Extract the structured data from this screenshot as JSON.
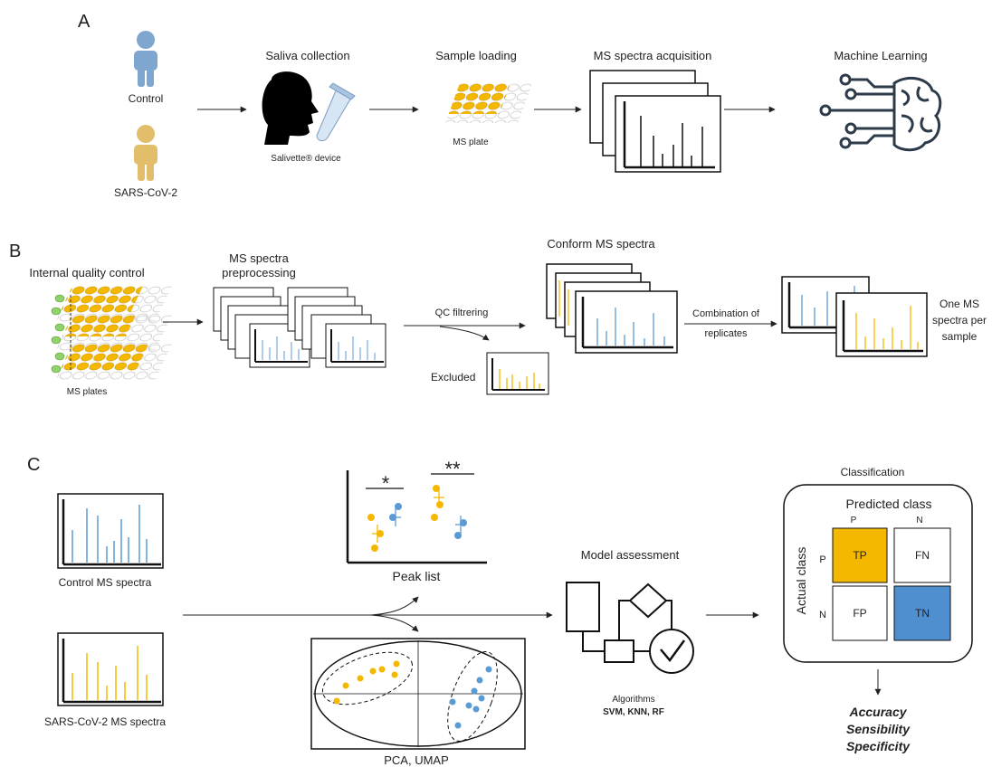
{
  "colors": {
    "control": "#5b9bd5",
    "sars": "#f5b800",
    "sars_person": "#e2bd6a",
    "control_person": "#7ea6cf",
    "tp_cell": "#f5b800",
    "tn_cell": "#4f8fcf",
    "ink": "#111111",
    "plate_outline": "#c8c8c8",
    "qc_green": "#8fd16a"
  },
  "panelA": {
    "label": "A",
    "control_label": "Control",
    "sars_label": "SARS-CoV-2",
    "saliva_title": "Saliva collection",
    "salivette_caption": "Salivette® device",
    "loading_title": "Sample loading",
    "plate_caption": "MS plate",
    "acquisition_title": "MS spectra acquisition",
    "ml_title": "Machine Learning",
    "icons": [
      "person-icon",
      "head-profile-icon",
      "tube-icon",
      "plate-icon",
      "spectra-icon",
      "brain-circuit-icon"
    ]
  },
  "panelB": {
    "label": "B",
    "iqc_title": "Internal quality control",
    "plates_caption": "MS plates",
    "preproc_title_1": "MS spectra",
    "preproc_title_2": "preprocessing",
    "qc_label": "QC filtrering",
    "excluded_label": "Excluded",
    "conform_title": "Conform MS spectra",
    "combination_1": "Combination of",
    "combination_2": "replicates",
    "one_spectra_1": "One MS",
    "one_spectra_2": "spectra per",
    "one_spectra_3": "sample"
  },
  "panelC": {
    "label": "C",
    "control_spectra_caption": "Control MS spectra",
    "sars_spectra_caption": "SARS-CoV-2 MS spectra",
    "peak_list_caption": "Peak list",
    "sig1": "*",
    "sig2": "**",
    "pca_caption": "PCA, UMAP",
    "model_title": "Model assessment",
    "algorithms_title": "Algorithms",
    "algorithms_list": "SVM, KNN, RF",
    "classification_title": "Classification",
    "predicted_class": "Predicted class",
    "actual_class": "Actual class",
    "pred_p": "P",
    "pred_n": "N",
    "act_p": "P",
    "act_n": "N",
    "tp": "TP",
    "fn": "FN",
    "fp": "FP",
    "tn": "TN",
    "metrics": [
      "Accuracy",
      "Sensibility",
      "Specificity"
    ]
  }
}
